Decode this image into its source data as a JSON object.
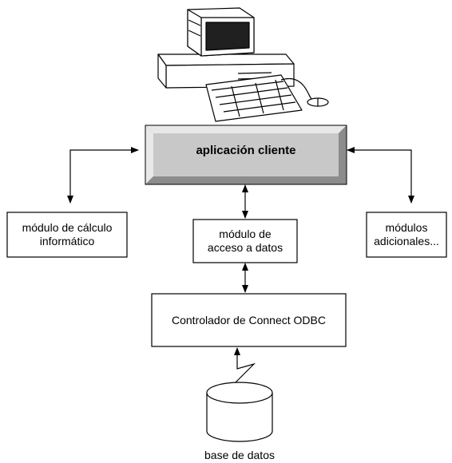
{
  "colors": {
    "line": "#000000",
    "box_fill": "#ffffff",
    "client_face": "#c8c8c8",
    "client_bevel_light": "#e8e8e8",
    "client_bevel_dark": "#8c8c8c",
    "screen": "#202020"
  },
  "nodes": {
    "client_app": {
      "label": "aplicación cliente"
    },
    "calc_module": {
      "line1": "módulo de cálculo",
      "line2": "informático"
    },
    "data_access_module": {
      "line1": "módulo de",
      "line2": "acceso a datos"
    },
    "additional_modules": {
      "line1": "módulos",
      "line2": "adicionales..."
    },
    "odbc_driver": {
      "label": "Controlador de Connect ODBC"
    },
    "database": {
      "label": "base de datos"
    }
  },
  "icons": {
    "computer": "desktop-computer-icon",
    "database": "database-cylinder-icon",
    "connection": "lightning-connection-icon"
  }
}
